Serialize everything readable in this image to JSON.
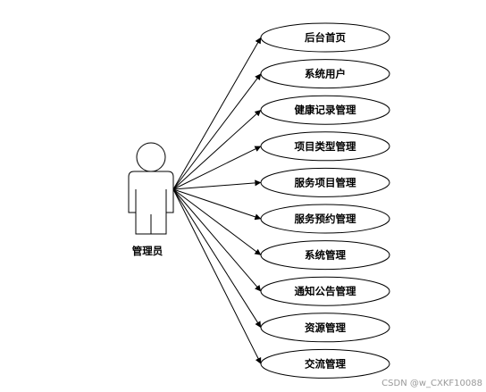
{
  "actor": {
    "label": "管理员"
  },
  "use_cases": [
    {
      "id": "home",
      "label": "后台首页"
    },
    {
      "id": "system-users",
      "label": "系统用户"
    },
    {
      "id": "health-records",
      "label": "健康记录管理"
    },
    {
      "id": "project-types",
      "label": "项目类型管理"
    },
    {
      "id": "service-projects",
      "label": "服务项目管理"
    },
    {
      "id": "service-booking",
      "label": "服务预约管理"
    },
    {
      "id": "system-management",
      "label": "系统管理"
    },
    {
      "id": "announcements",
      "label": "通知公告管理"
    },
    {
      "id": "resources",
      "label": "资源管理"
    },
    {
      "id": "communication",
      "label": "交流管理"
    }
  ],
  "watermark": "CSDN @w_CXKF10088",
  "colors": {
    "stroke": "#000000",
    "background": "#ffffff",
    "watermark": "#9a9a9a"
  }
}
